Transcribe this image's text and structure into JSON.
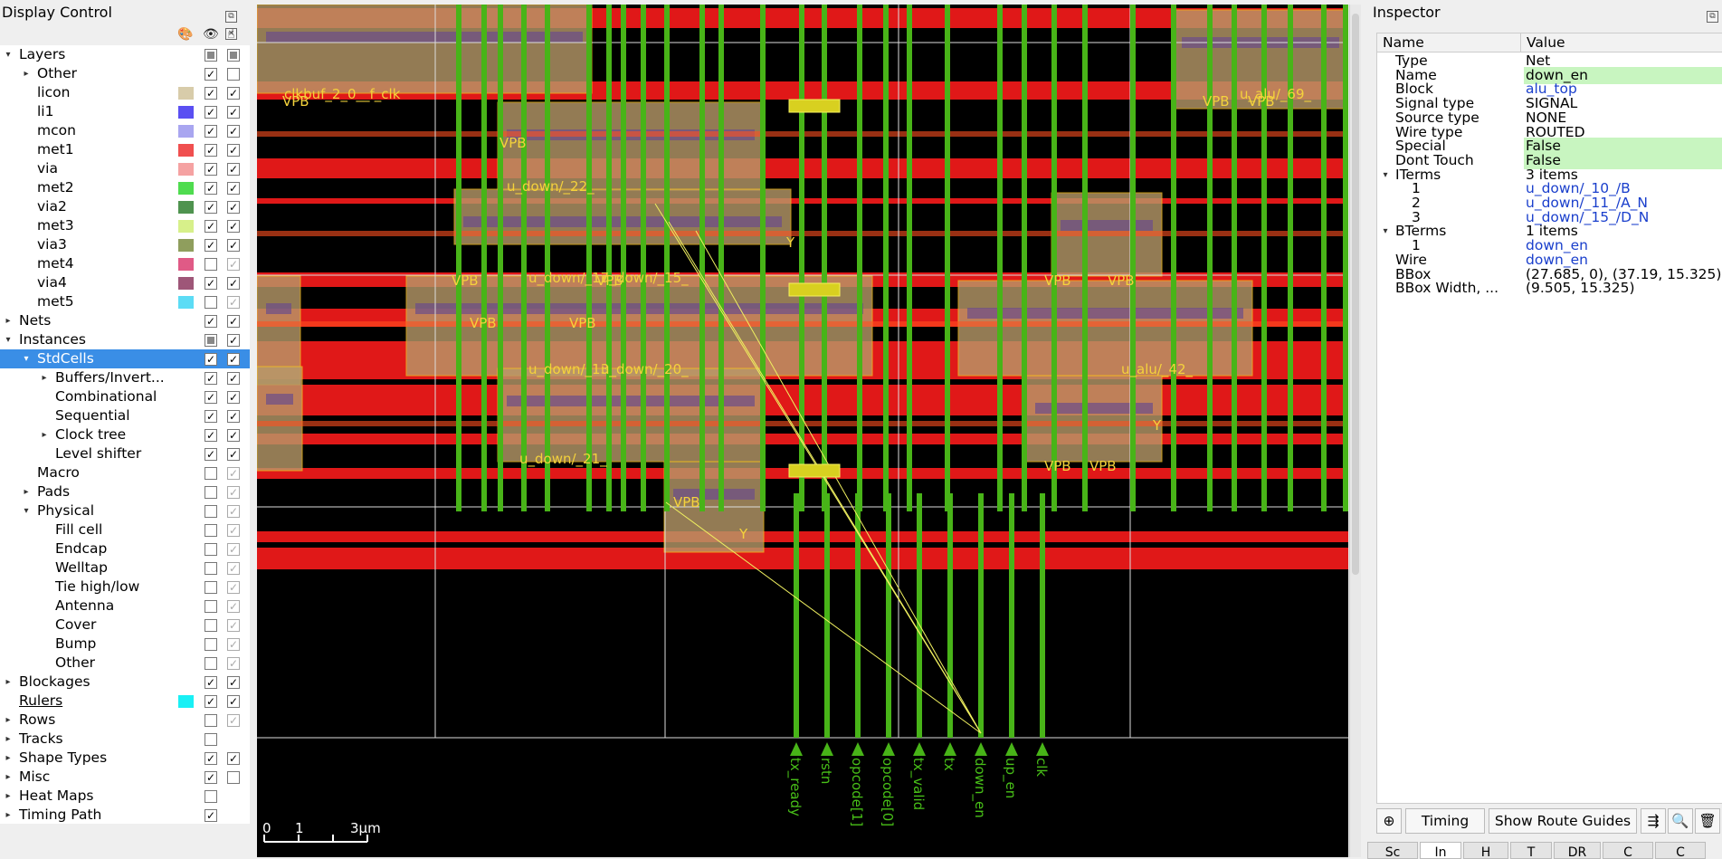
{
  "display_control": {
    "title": "Display Control",
    "header_icons": [
      "palette-icon",
      "eye-icon",
      "hand-icon"
    ],
    "rows": [
      {
        "label": "Layers",
        "indent": 0,
        "arrow": "down",
        "cb1": "partial",
        "cb2": "partial"
      },
      {
        "label": "Other",
        "indent": 1,
        "arrow": "right",
        "cb1": "checked",
        "cb2": "empty"
      },
      {
        "label": "licon",
        "indent": 1,
        "swatch": "#d8ccaa",
        "cb1": "checked",
        "cb2": "checked"
      },
      {
        "label": "li1",
        "indent": 1,
        "swatch": "#5a4ff2",
        "cb1": "checked",
        "cb2": "checked"
      },
      {
        "label": "mcon",
        "indent": 1,
        "swatch": "#a9a6f0",
        "cb1": "checked",
        "cb2": "checked"
      },
      {
        "label": "met1",
        "indent": 1,
        "swatch": "#f04f4f",
        "cb1": "checked",
        "cb2": "checked"
      },
      {
        "label": "via",
        "indent": 1,
        "swatch": "#f5a2a2",
        "cb1": "checked",
        "cb2": "checked"
      },
      {
        "label": "met2",
        "indent": 1,
        "swatch": "#4fdc4f",
        "cb1": "checked",
        "cb2": "checked"
      },
      {
        "label": "via2",
        "indent": 1,
        "swatch": "#4f934f",
        "cb1": "checked",
        "cb2": "checked"
      },
      {
        "label": "met3",
        "indent": 1,
        "swatch": "#d7f08a",
        "cb1": "checked",
        "cb2": "checked"
      },
      {
        "label": "via3",
        "indent": 1,
        "swatch": "#8f9e5d",
        "cb1": "checked",
        "cb2": "checked"
      },
      {
        "label": "met4",
        "indent": 1,
        "swatch": "#e05a86",
        "cb1": "empty",
        "cb2": "dim"
      },
      {
        "label": "via4",
        "indent": 1,
        "swatch": "#9e5678",
        "cb1": "checked",
        "cb2": "checked"
      },
      {
        "label": "met5",
        "indent": 1,
        "swatch": "#5cdcf5",
        "cb1": "empty",
        "cb2": "dim"
      },
      {
        "label": "Nets",
        "indent": 0,
        "arrow": "right",
        "cb1": "checked",
        "cb2": "checked"
      },
      {
        "label": "Instances",
        "indent": 0,
        "arrow": "down",
        "cb1": "partial",
        "cb2": "checked"
      },
      {
        "label": "StdCells",
        "indent": 1,
        "arrow": "down",
        "selected": true,
        "cb1": "checked",
        "cb2": "checked"
      },
      {
        "label": "Buffers/Invert...",
        "indent": 2,
        "arrow": "right",
        "cb1": "checked",
        "cb2": "checked"
      },
      {
        "label": "Combinational",
        "indent": 2,
        "cb1": "checked",
        "cb2": "checked"
      },
      {
        "label": "Sequential",
        "indent": 2,
        "cb1": "checked",
        "cb2": "checked"
      },
      {
        "label": "Clock tree",
        "indent": 2,
        "arrow": "right",
        "cb1": "checked",
        "cb2": "checked"
      },
      {
        "label": "Level shifter",
        "indent": 2,
        "cb1": "checked",
        "cb2": "checked"
      },
      {
        "label": "Macro",
        "indent": 1,
        "cb1": "empty",
        "cb2": "dim"
      },
      {
        "label": "Pads",
        "indent": 1,
        "arrow": "right",
        "cb1": "empty",
        "cb2": "dim"
      },
      {
        "label": "Physical",
        "indent": 1,
        "arrow": "down",
        "cb1": "empty",
        "cb2": "dim"
      },
      {
        "label": "Fill cell",
        "indent": 2,
        "cb1": "empty",
        "cb2": "dim"
      },
      {
        "label": "Endcap",
        "indent": 2,
        "cb1": "empty",
        "cb2": "dim"
      },
      {
        "label": "Welltap",
        "indent": 2,
        "cb1": "empty",
        "cb2": "dim"
      },
      {
        "label": "Tie high/low",
        "indent": 2,
        "cb1": "empty",
        "cb2": "dim"
      },
      {
        "label": "Antenna",
        "indent": 2,
        "cb1": "empty",
        "cb2": "dim"
      },
      {
        "label": "Cover",
        "indent": 2,
        "cb1": "empty",
        "cb2": "dim"
      },
      {
        "label": "Bump",
        "indent": 2,
        "cb1": "empty",
        "cb2": "dim"
      },
      {
        "label": "Other",
        "indent": 2,
        "cb1": "empty",
        "cb2": "dim"
      },
      {
        "label": "Blockages",
        "indent": 0,
        "arrow": "right",
        "cb1": "checked",
        "cb2": "checked"
      },
      {
        "label": "Rulers",
        "indent": 0,
        "underline": true,
        "swatch": "#19f0f5",
        "cb1": "checked",
        "cb2": "checked"
      },
      {
        "label": "Rows",
        "indent": 0,
        "arrow": "right",
        "cb1": "empty",
        "cb2": "dim"
      },
      {
        "label": "Tracks",
        "indent": 0,
        "arrow": "right",
        "cb1": "empty",
        "cb2": "none"
      },
      {
        "label": "Shape Types",
        "indent": 0,
        "arrow": "right",
        "cb1": "checked",
        "cb2": "checked"
      },
      {
        "label": "Misc",
        "indent": 0,
        "arrow": "right",
        "cb1": "checked",
        "cb2": "empty"
      },
      {
        "label": "Heat Maps",
        "indent": 0,
        "arrow": "right",
        "cb1": "empty",
        "cb2": "none"
      },
      {
        "label": "Timing Path",
        "indent": 0,
        "arrow": "right",
        "cb1": "checked",
        "cb2": "none"
      }
    ]
  },
  "layout_view": {
    "pin_labels": [
      "tx_ready",
      "rstn",
      "opcode[1]",
      "opcode[0]",
      "tx_valid",
      "tx",
      "down_en",
      "up_en",
      "clk"
    ],
    "cell_labels": [
      "clkbuf_2_0__f_clk",
      "u_down/_22_",
      "u_down/_17_",
      "u_down/_15_",
      "u_down/_13_",
      "u_down/_20_",
      "u_down/_21_",
      "u_alu/_69_",
      "u_alu/_42_"
    ],
    "pwr_label": "VPB",
    "out_label": "Y",
    "scale": {
      "t0": "0",
      "t1": "1",
      "t2": "3μm"
    }
  },
  "inspector": {
    "title": "Inspector",
    "col_name": "Name",
    "col_value": "Value",
    "rows": [
      {
        "name": "Type",
        "value": "Net",
        "indent": 1
      },
      {
        "name": "Name",
        "value": "down_en",
        "indent": 1,
        "hl": true
      },
      {
        "name": "Block",
        "value": "alu_top",
        "indent": 1,
        "link": true
      },
      {
        "name": "Signal type",
        "value": "SIGNAL",
        "indent": 1
      },
      {
        "name": "Source type",
        "value": "NONE",
        "indent": 1
      },
      {
        "name": "Wire type",
        "value": "ROUTED",
        "indent": 1
      },
      {
        "name": "Special",
        "value": "False",
        "indent": 1,
        "hl": true
      },
      {
        "name": "Dont Touch",
        "value": "False",
        "indent": 1,
        "hl": true
      },
      {
        "name": "ITerms",
        "value": "3 items",
        "indent": 1,
        "arrow": true
      },
      {
        "name": "1",
        "value": "u_down/_10_/B",
        "indent": 2,
        "link": true
      },
      {
        "name": "2",
        "value": "u_down/_11_/A_N",
        "indent": 2,
        "link": true
      },
      {
        "name": "3",
        "value": "u_down/_15_/D_N",
        "indent": 2,
        "link": true
      },
      {
        "name": "BTerms",
        "value": "1 items",
        "indent": 1,
        "arrow": true
      },
      {
        "name": "1",
        "value": "down_en",
        "indent": 2,
        "link": true
      },
      {
        "name": "Wire",
        "value": "down_en",
        "indent": 1,
        "link": true
      },
      {
        "name": "BBox",
        "value": "(27.685, 0), (37.19, 15.325)",
        "indent": 1
      },
      {
        "name": "BBox Width, ...",
        "value": "(9.505, 15.325)",
        "indent": 1
      }
    ],
    "buttons": {
      "timing": "Timing",
      "route_guides": "Show Route Guides"
    },
    "tabs": [
      "Sc",
      "In",
      "H",
      "T",
      "DR",
      "C",
      "C"
    ]
  }
}
